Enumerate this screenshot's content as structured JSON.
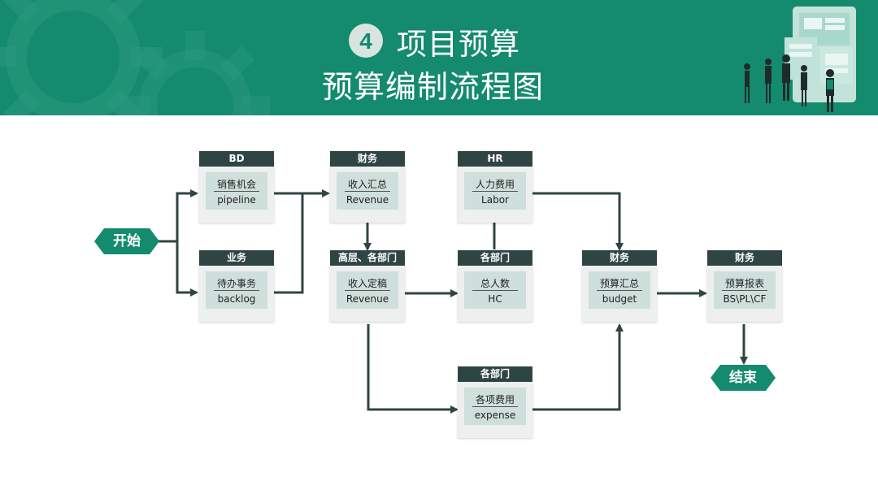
{
  "header": {
    "number": "4",
    "title": "项目预算",
    "subtitle": "预算编制流程图"
  },
  "colors": {
    "header_bg": "#148a6e",
    "node_header": "#2f4544",
    "node_body": "#edf0ef",
    "node_inner": "#cfdfdb",
    "terminal": "#148a6e",
    "arrow": "#2f4544"
  },
  "start": {
    "label": "开始"
  },
  "end": {
    "label": "结束"
  },
  "nodes": [
    {
      "id": "bd",
      "dept": "BD",
      "cn": "销售机会",
      "en": "pipeline"
    },
    {
      "id": "ops",
      "dept": "业务",
      "cn": "待办事务",
      "en": "backlog"
    },
    {
      "id": "fin1",
      "dept": "财务",
      "cn": "收入汇总",
      "en": "Revenue"
    },
    {
      "id": "mgmt",
      "dept": "高层、各部门",
      "cn": "收入定稿",
      "en": "Revenue"
    },
    {
      "id": "hr",
      "dept": "HR",
      "cn": "人力费用",
      "en": "Labor"
    },
    {
      "id": "hc",
      "dept": "各部门",
      "cn": "总人数",
      "en": "HC"
    },
    {
      "id": "exp",
      "dept": "各部门",
      "cn": "各项费用",
      "en": "expense"
    },
    {
      "id": "fin2",
      "dept": "财务",
      "cn": "预算汇总",
      "en": "budget"
    },
    {
      "id": "fin3",
      "dept": "财务",
      "cn": "预算报表",
      "en": "BS\\PL\\CF"
    }
  ]
}
